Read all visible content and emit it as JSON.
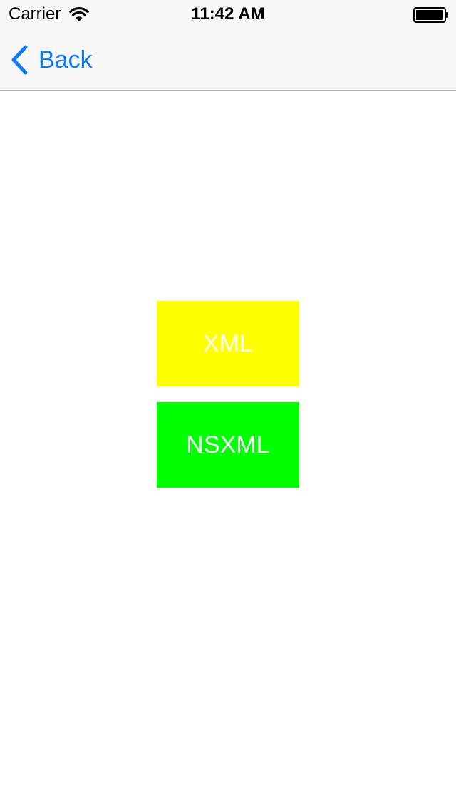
{
  "status_bar": {
    "carrier": "Carrier",
    "time": "11:42 AM",
    "wifi_icon": "wifi-icon",
    "battery_icon": "battery-icon"
  },
  "nav_bar": {
    "back_label": "Back",
    "back_icon": "chevron-left-icon",
    "accent_color": "#0a7aff"
  },
  "main": {
    "buttons": [
      {
        "label": "XML",
        "color": "#ffff00"
      },
      {
        "label": "NSXML",
        "color": "#00ff00"
      }
    ]
  }
}
